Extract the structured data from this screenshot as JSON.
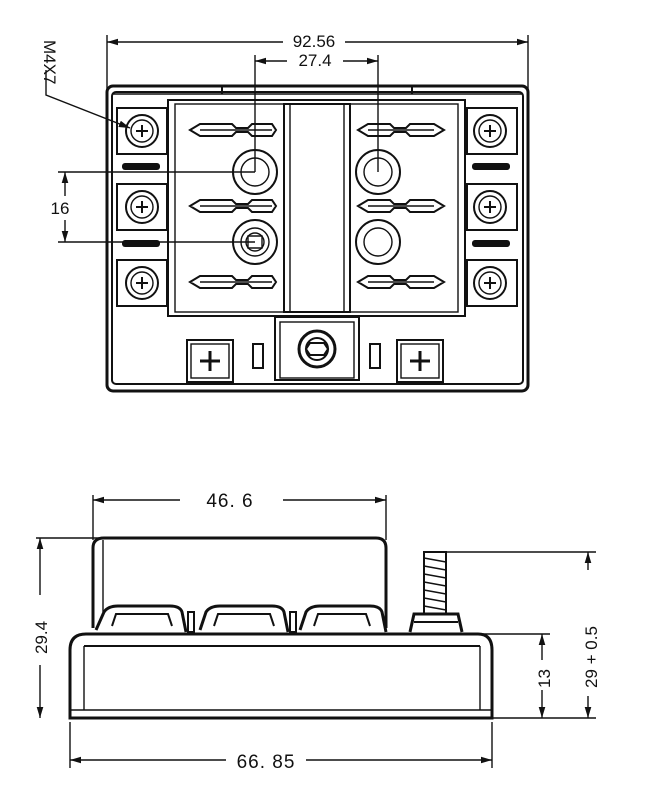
{
  "top_view": {
    "dim_total_width": "92.56",
    "dim_stud_spacing": "27.4",
    "dim_screw_pitch": "16",
    "label_screw": "M4X7"
  },
  "side_view": {
    "dim_cover_width": "46. 6",
    "dim_base_width": "66. 85",
    "dim_total_height": "29.4",
    "dim_base_height": "13",
    "dim_stud_height": "29 + 0.5"
  }
}
